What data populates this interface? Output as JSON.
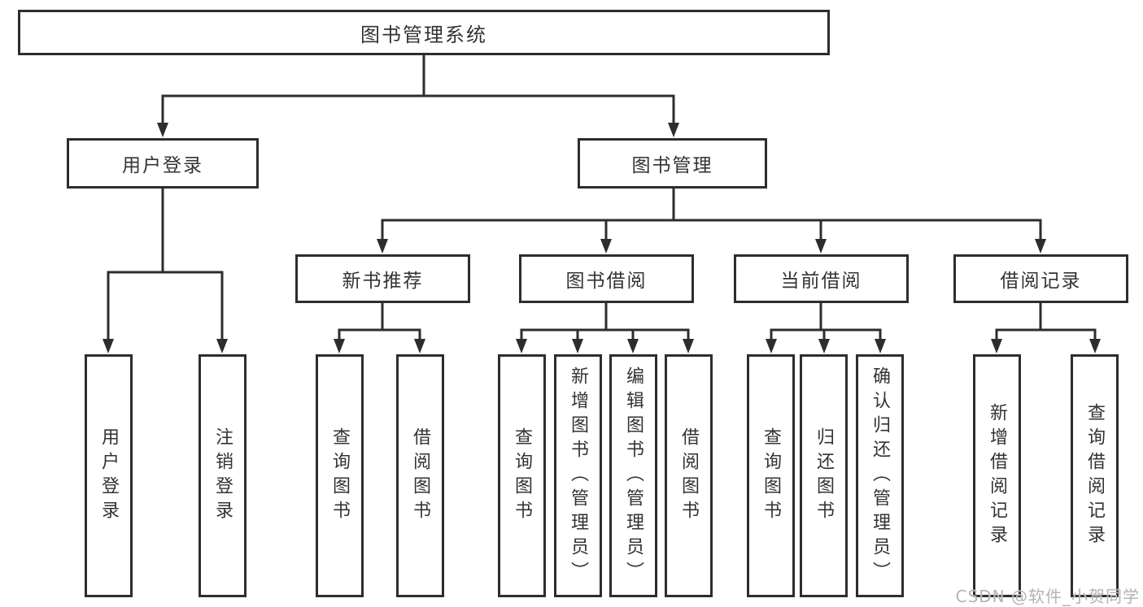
{
  "tree": {
    "root": {
      "label": "图书管理系统"
    },
    "children": [
      {
        "label": "用户登录",
        "children": [
          {
            "label": "用户登录"
          },
          {
            "label": "注销登录"
          }
        ]
      },
      {
        "label": "图书管理",
        "children": [
          {
            "label": "新书推荐",
            "children": [
              {
                "label": "查询图书"
              },
              {
                "label": "借阅图书"
              }
            ]
          },
          {
            "label": "图书借阅",
            "children": [
              {
                "label": "查询图书"
              },
              {
                "label": "新增图书（管理员）"
              },
              {
                "label": "编辑图书（管理员）"
              },
              {
                "label": "借阅图书"
              }
            ]
          },
          {
            "label": "当前借阅",
            "children": [
              {
                "label": "查询图书"
              },
              {
                "label": "归还图书"
              },
              {
                "label": "确认归还（管理员）"
              }
            ]
          },
          {
            "label": "借阅记录",
            "children": [
              {
                "label": "新增借阅记录"
              },
              {
                "label": "查询借阅记录"
              }
            ]
          }
        ]
      }
    ]
  },
  "watermark": {
    "text": "CSDN @软件_小贺同学"
  },
  "colors": {
    "line": "#2d2d2d",
    "text": "#333333",
    "watermark": "#b3b3b3",
    "background": "#ffffff"
  }
}
